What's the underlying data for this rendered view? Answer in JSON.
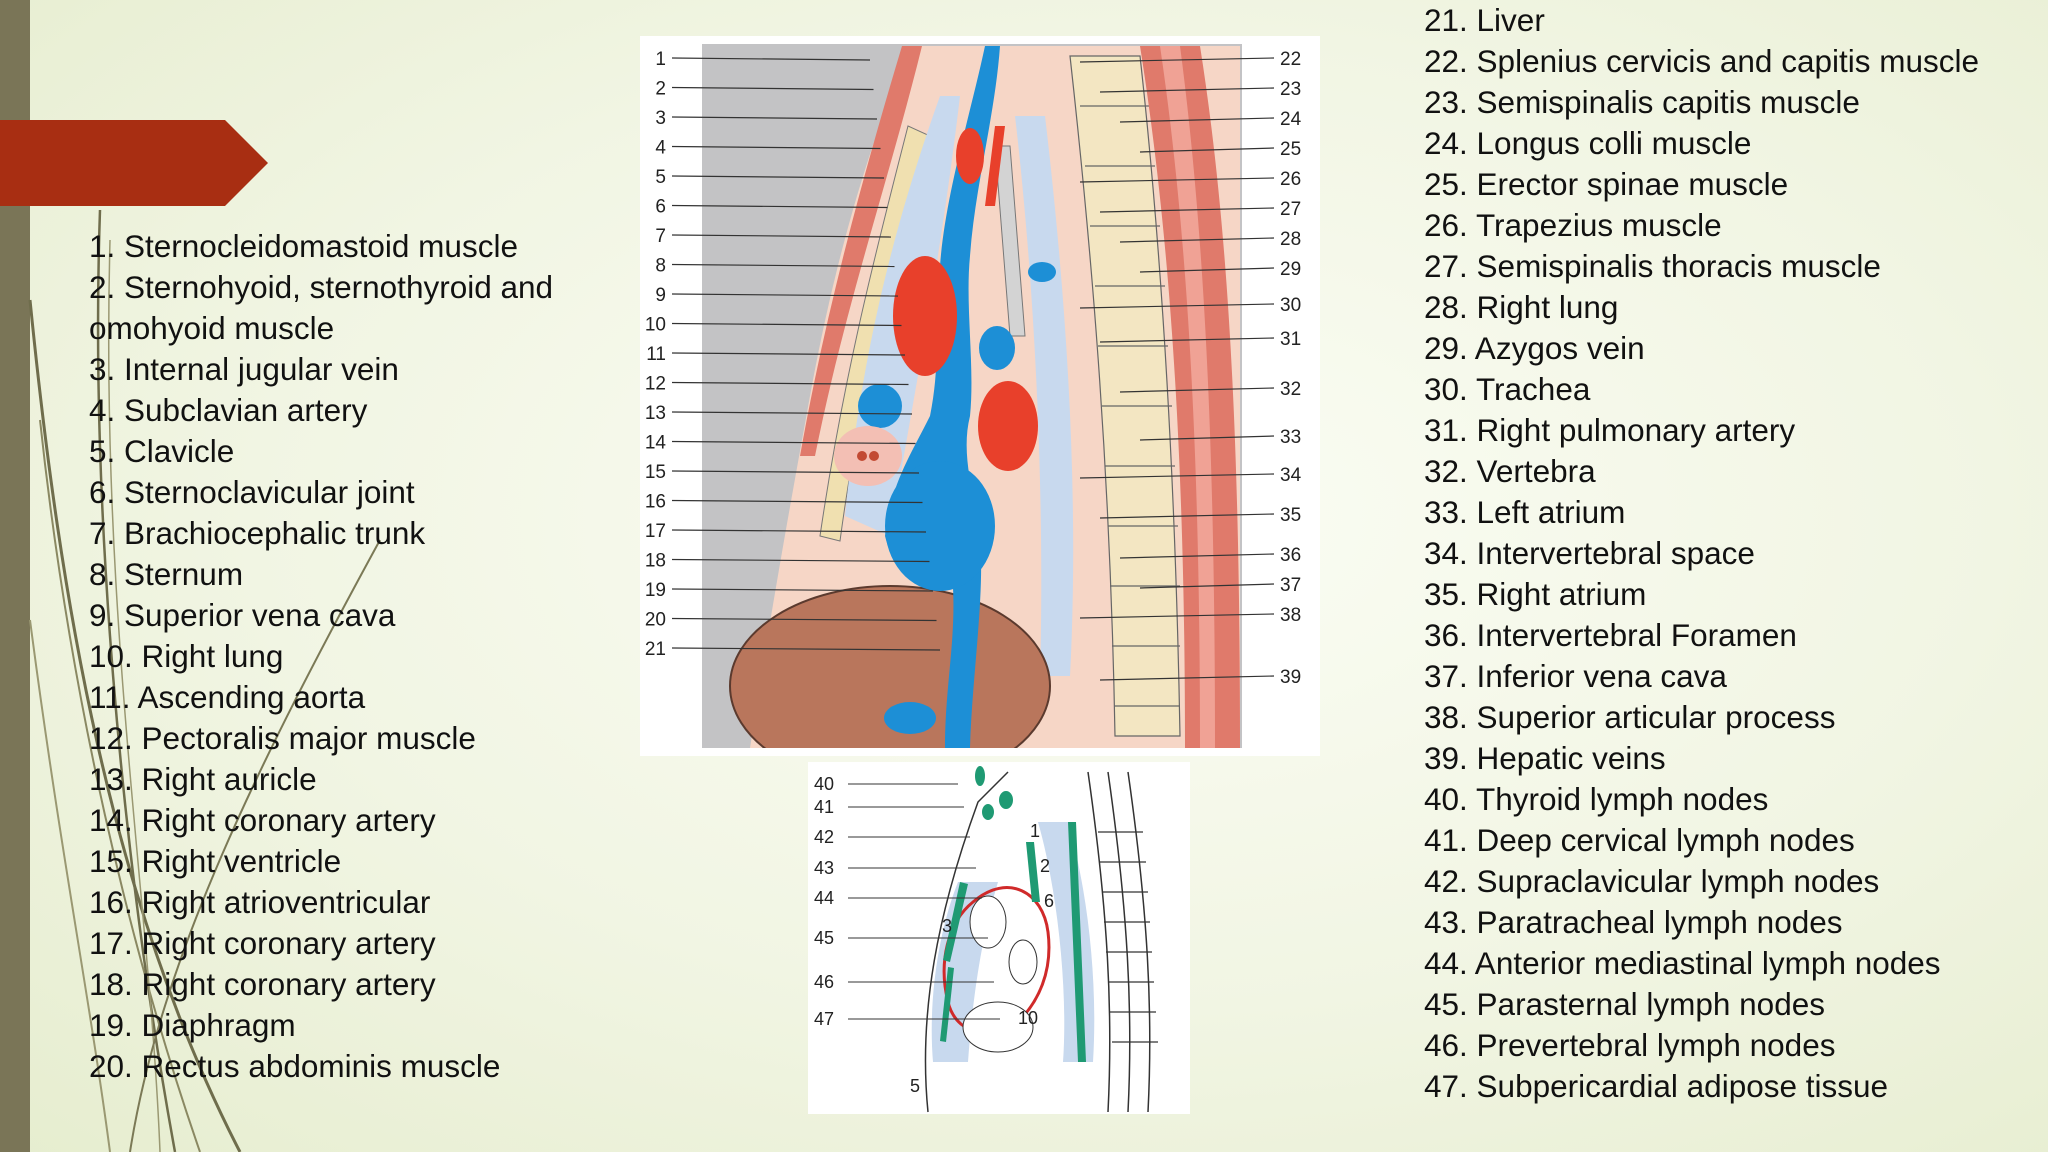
{
  "colors": {
    "accent": "#a82e12",
    "band": "#7a7557",
    "vein_blue": "#1d8fd6",
    "artery_red": "#e8402b",
    "liver_brown": "#b9765c",
    "lymph_green": "#1f9a73"
  },
  "legend_left": [
    "1. Sternocleidomastoid muscle",
    "2. Sternohyoid, sternothyroid and omohyoid muscle",
    "3. Internal jugular vein",
    "4. Subclavian artery",
    "5. Clavicle",
    "6. Sternoclavicular joint",
    "7. Brachiocephalic trunk",
    "8. Sternum",
    "9. Superior vena cava",
    "10. Right lung",
    "11. Ascending aorta",
    "12. Pectoralis major muscle",
    "13. Right auricle",
    "14. Right coronary artery",
    "15. Right ventricle",
    "16. Right atrioventricular",
    "17. Right coronary artery",
    "18. Right coronary artery",
    "19. Diaphragm",
    "20. Rectus abdominis muscle"
  ],
  "legend_right": [
    "21. Liver",
    "22. Splenius cervicis and capitis muscle",
    "23. Semispinalis capitis muscle",
    "24. Longus colli muscle",
    "25. Erector spinae muscle",
    "26. Trapezius muscle",
    "27. Semispinalis thoracis muscle",
    "28. Right lung",
    "29. Azygos vein",
    "30. Trachea",
    "31. Right pulmonary artery",
    "32. Vertebra",
    "33. Left atrium",
    "34. Intervertebral space",
    "35. Right atrium",
    "36. Intervertebral Foramen",
    "37. Inferior vena cava",
    "38. Superior articular process",
    "39. Hepatic veins",
    "40. Thyroid lymph nodes",
    "41. Deep cervical lymph nodes",
    "42. Supraclavicular lymph nodes",
    "43. Paratracheal lymph nodes",
    "44. Anterior mediastinal lymph nodes",
    "45. Parasternal lymph nodes",
    "46. Prevertebral lymph nodes",
    "47. Subpericardial adipose tissue"
  ],
  "figure_main": {
    "left_numbers": [
      "1",
      "2",
      "3",
      "4",
      "5",
      "6",
      "7",
      "8",
      "9",
      "10",
      "11",
      "12",
      "13",
      "14",
      "15",
      "16",
      "17",
      "18",
      "19",
      "20",
      "21"
    ],
    "right_numbers": [
      "22",
      "23",
      "24",
      "25",
      "26",
      "27",
      "28",
      "29",
      "30",
      "31",
      "32",
      "33",
      "34",
      "35",
      "36",
      "37",
      "38",
      "39"
    ]
  },
  "figure_lymph": {
    "left_numbers": [
      "40",
      "41",
      "42",
      "43",
      "44",
      "45",
      "46",
      "47"
    ],
    "inner_numbers": [
      "1",
      "2",
      "3",
      "5",
      "6",
      "10"
    ]
  }
}
